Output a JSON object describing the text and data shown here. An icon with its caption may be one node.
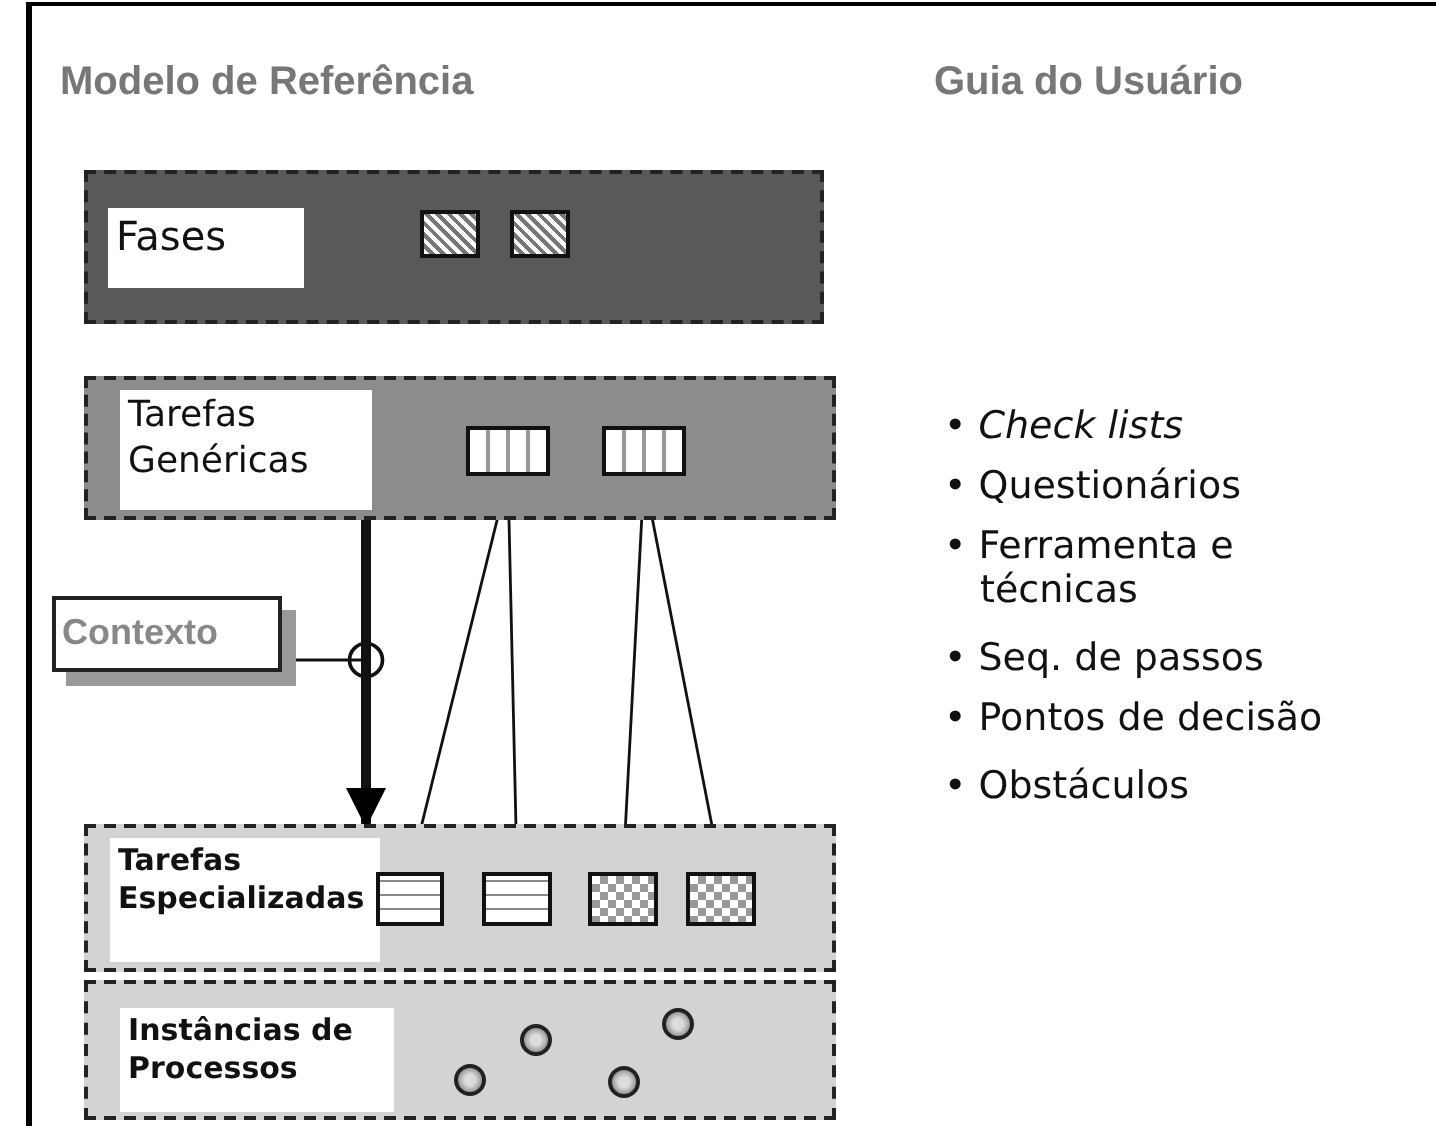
{
  "diagram": {
    "nodes": [
      {
        "text": [
          "Fases"
        ]
      },
      {
        "text": [],
        "shape": "box",
        "in": 0
      },
      {
        "text": [],
        "shape": "box",
        "in": 0
      },
      {
        "text": [
          "Tarefas Genéricas"
        ]
      },
      {
        "text": [],
        "shape": "box",
        "in": 3
      },
      {
        "text": [],
        "shape": "box",
        "in": 3
      },
      {
        "text": [
          "Contexto"
        ]
      },
      {
        "text": [
          "Tarefas Especializadas"
        ]
      },
      {
        "text": [],
        "shape": "box",
        "in": 7
      },
      {
        "text": [],
        "shape": "box",
        "in": 7
      },
      {
        "text": [],
        "shape": "box",
        "in": 7
      },
      {
        "text": [],
        "shape": "box",
        "in": 7
      },
      {
        "text": [
          "Instâncias de Processos"
        ]
      },
      {
        "text": [],
        "shape": "circle",
        "in": 12
      },
      {
        "text": [],
        "shape": "circle",
        "in": 12
      },
      {
        "text": [],
        "shape": "circle",
        "in": 12
      },
      {
        "text": [],
        "shape": "circle",
        "in": 12
      }
    ],
    "edges": [
      {
        "from": 3,
        "to": 7,
        "arrow": "to",
        "style": "thick"
      },
      {
        "from": 6,
        "to": null,
        "arrow": "other"
      },
      {
        "from": 4,
        "to": 8,
        "arrow": "none"
      },
      {
        "from": 4,
        "to": 9,
        "arrow": "none"
      },
      {
        "from": 5,
        "to": 10,
        "arrow": "none"
      },
      {
        "from": 5,
        "to": 11,
        "arrow": "none"
      }
    ],
    "labels": [
      "Modelo de Referência",
      "Guia do Usuário",
      "• *Check lists*",
      "• Questionários",
      "• Ferramenta e técnicas",
      "• Seq. de passos",
      "• Pontos de decisão",
      "• Obstáculos"
    ]
  }
}
